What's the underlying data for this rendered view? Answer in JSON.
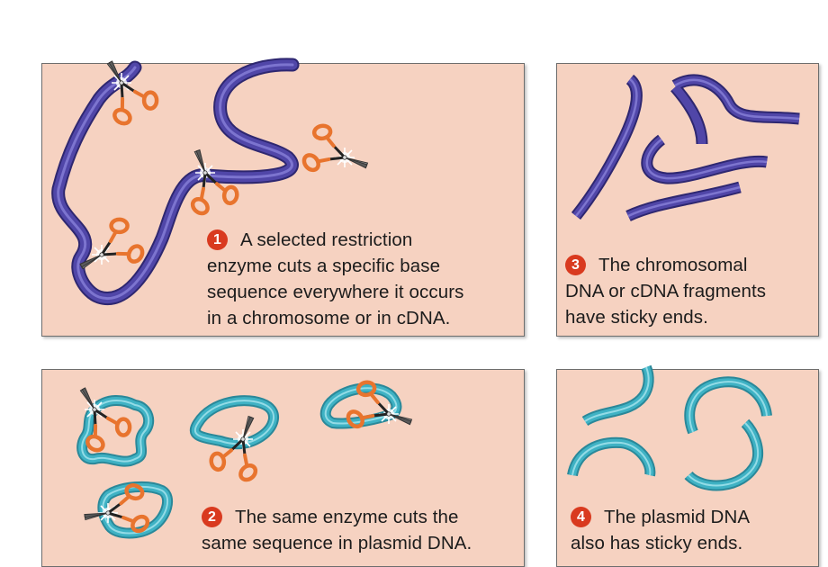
{
  "steps": [
    {
      "number": "1",
      "lines": [
        "A selected restriction",
        "enzyme cuts a specific base",
        "sequence everywhere it occurs",
        "in a chromosome or in cDNA."
      ]
    },
    {
      "number": "2",
      "lines": [
        "The same enzyme cuts the",
        "same sequence in plasmid DNA."
      ]
    },
    {
      "number": "3",
      "lines": [
        "The chromosomal",
        "DNA or cDNA fragments",
        "have sticky ends."
      ]
    },
    {
      "number": "4",
      "lines": [
        "The plasmid DNA",
        "also has sticky ends."
      ]
    }
  ],
  "colors": {
    "panel_fill": "#f6d2c1",
    "chromosomal_dna": "#5046a8",
    "plasmid_dna": "#3fb2c4",
    "scissors_handle": "#e8742e",
    "step_badge": "#d93a1f"
  }
}
